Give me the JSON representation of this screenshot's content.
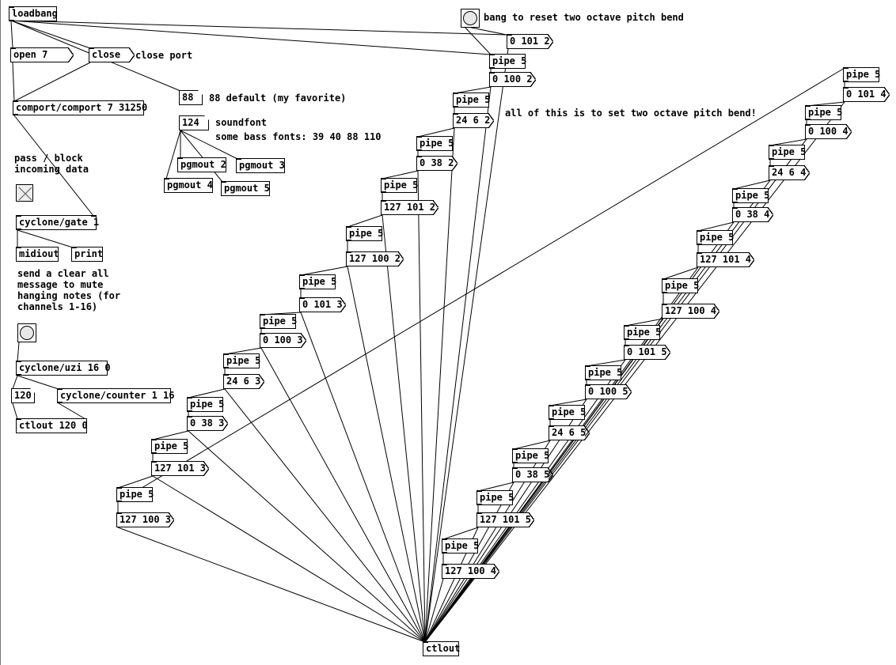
{
  "app": {
    "name": "Pure Data patch"
  },
  "objects": {
    "loadbang": "loadbang",
    "open": "open 7",
    "close": "close",
    "comport": "comport/comport 7 31250",
    "num88": "88",
    "num124": "124",
    "pgmout2": "pgmout 2",
    "pgmout3": "pgmout 3",
    "pgmout4": "pgmout 4",
    "pgmout5": "pgmout 5",
    "gate": "cyclone/gate 1",
    "midiout": "midiout",
    "print": "print",
    "uzi": "cyclone/uzi 16 0",
    "num120": "120",
    "counter": "cyclone/counter 1 16",
    "ctlout120": "ctlout 120 0",
    "ctlout": "ctlout",
    "pipe": "pipe 5"
  },
  "comments": {
    "close_port": "close port",
    "default88": "88 default (my favorite)",
    "soundfont": "soundfont",
    "bass_fonts": "some bass fonts: 39 40 88 110",
    "pass_block": "pass / block\nincoming data",
    "clear_all": "send a clear all\nmessage to mute\nhanging notes (for\nchannels 1-16)",
    "bang_reset": "bang to reset two octave pitch bend",
    "all_of_this": "all of this is to set two octave pitch bend!"
  },
  "messages": {
    "m0_101_2": "0 101 2",
    "m0_100_2": "0 100 2",
    "m24_6_2": "24 6 2",
    "m0_38_2": "0 38 2",
    "m127_101_2": "127 101 2",
    "m127_100_2": "127 100 2",
    "m0_101_3": "0 101 3",
    "m0_100_3": "0 100 3",
    "m24_6_3": "24 6 3",
    "m0_38_3": "0 38 3",
    "m127_101_3": "127 101 3",
    "m127_100_3": "127 100 3",
    "m0_101_4": "0 101 4",
    "m0_100_4": "0 100 4",
    "m24_6_4": "24 6 4",
    "m0_38_4": "0 38 4",
    "m127_101_4": "127 101 4",
    "m127_100_4": "127 100 4",
    "m0_101_5": "0 101 5",
    "m0_100_5": "0 100 5",
    "m24_6_5": "24 6 5",
    "m0_38_5": "0 38 5",
    "m127_101_5": "127 101 5",
    "m127_100_4b": "127 100 4"
  }
}
